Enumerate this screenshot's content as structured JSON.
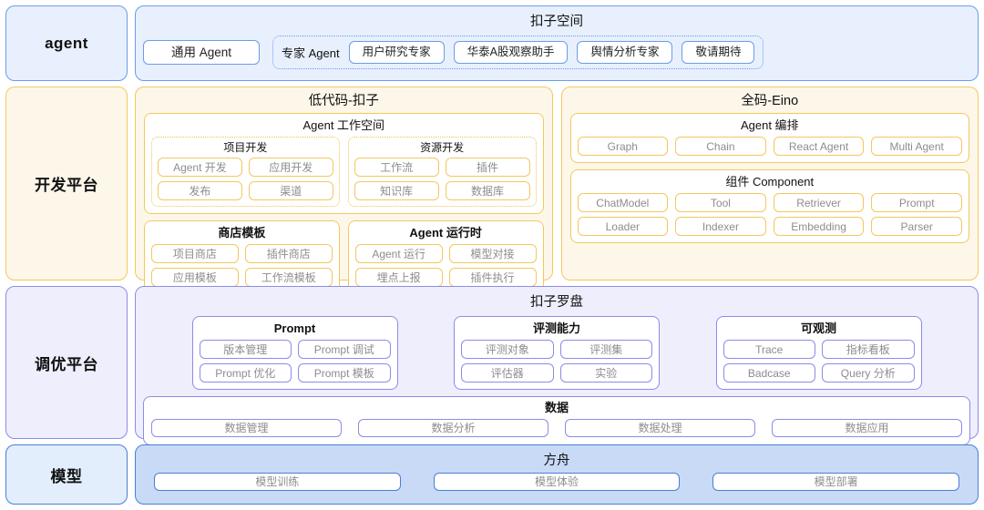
{
  "rows": [
    {
      "label": "agent",
      "title": "扣子空间",
      "general_agent": "通用 Agent",
      "expert_label": "专家 Agent",
      "experts": [
        "用户研究专家",
        "华泰A股观察助手",
        "舆情分析专家",
        "敬请期待"
      ]
    },
    {
      "label": "开发平台",
      "left": {
        "title": "低代码-扣子",
        "workspace": {
          "title": "Agent 工作空间",
          "groups": [
            {
              "title": "项目开发",
              "items": [
                "Agent 开发",
                "应用开发",
                "发布",
                "渠道"
              ]
            },
            {
              "title": "资源开发",
              "items": [
                "工作流",
                "插件",
                "知识库",
                "数据库"
              ]
            }
          ]
        },
        "panels": [
          {
            "title": "商店模板",
            "items": [
              "项目商店",
              "插件商店",
              "应用模板",
              "工作流模板"
            ]
          },
          {
            "title": "Agent 运行时",
            "items": [
              "Agent 运行",
              "模型对接",
              "埋点上报",
              "插件执行"
            ]
          }
        ]
      },
      "right": {
        "title": "全码-Eino",
        "panels": [
          {
            "title": "Agent 编排",
            "items": [
              "Graph",
              "Chain",
              "React Agent",
              "Multi Agent"
            ]
          },
          {
            "title": "组件 Component",
            "items": [
              "ChatModel",
              "Tool",
              "Retriever",
              "Prompt",
              "Loader",
              "Indexer",
              "Embedding",
              "Parser"
            ]
          }
        ]
      }
    },
    {
      "label": "调优平台",
      "title": "扣子罗盘",
      "panels": [
        {
          "title": "Prompt",
          "items": [
            "版本管理",
            "Prompt 调试",
            "Prompt 优化",
            "Prompt 模板"
          ]
        },
        {
          "title": "评测能力",
          "items": [
            "评测对象",
            "评测集",
            "评估器",
            "实验"
          ]
        },
        {
          "title": "可观测",
          "items": [
            "Trace",
            "指标看板",
            "Badcase",
            "Query 分析"
          ]
        }
      ],
      "data": {
        "title": "数据",
        "items": [
          "数据管理",
          "数据分析",
          "数据处理",
          "数据应用"
        ]
      }
    },
    {
      "label": "模型",
      "title": "方舟",
      "items": [
        "模型训练",
        "模型体验",
        "模型部署"
      ]
    }
  ],
  "colors": {
    "blue_border": "#6c9ceb",
    "blue_fill": "#e8f0fd",
    "yellow_border": "#f3c85f",
    "yellow_fill": "#fdf7ea",
    "purple_border": "#8c8ce9",
    "purple_fill": "#eeeefc",
    "deep_blue_border": "#4a7fd4",
    "deep_blue_fill": "#c8daf6"
  }
}
